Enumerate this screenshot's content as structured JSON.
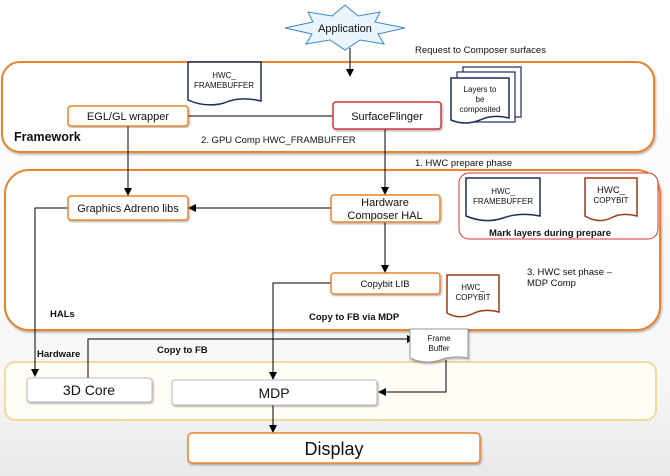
{
  "application": "Application",
  "request_label": "Request to Composer surfaces",
  "framework": {
    "label": "Framework",
    "hwc_framebuffer_doc": [
      "HWC_",
      "FRAMEBUFFER"
    ],
    "egl_wrapper": "EGL/GL wrapper",
    "surfaceflinger": "SurfaceFlinger",
    "layers_doc": [
      "Layers to",
      "be",
      "composited"
    ],
    "gpu_comp": "2. GPU Comp HWC_FRAMBUFFER"
  },
  "prepare_phase": "1. HWC prepare phase",
  "hals": {
    "label": "HALs",
    "graphics_adreno": "Graphics Adreno libs",
    "hwc_hal": [
      "Hardware",
      "Composer HAL"
    ],
    "mark_box": {
      "fb_doc": [
        "HWC_",
        "FRAMEBUFFER"
      ],
      "copybit_doc": [
        "HWC_",
        "COPYBIT"
      ],
      "label": "Mark layers during prepare"
    },
    "copybit_lib": "Copybit LIB",
    "copybit_doc": [
      "HWC_",
      "COPYBIT"
    ],
    "set_phase": [
      "3. HWC set phase –",
      "MDP Comp"
    ],
    "copy_via_mdp": "Copy to FB via MDP"
  },
  "frame_buffer_doc": [
    "Frame",
    "Buffer"
  ],
  "copy_to_fb": "Copy to FB",
  "hardware": {
    "label": "Hardware",
    "core3d": "3D Core",
    "mdp": "MDP"
  },
  "display": "Display",
  "colors": {
    "panel_orange": "#e8842c",
    "surfaceflinger_red": "#d0343c",
    "doc_navy": "#1f2d5a",
    "doc_brown": "#9a3d12",
    "hardware_yellow": "#f3d9a0"
  }
}
